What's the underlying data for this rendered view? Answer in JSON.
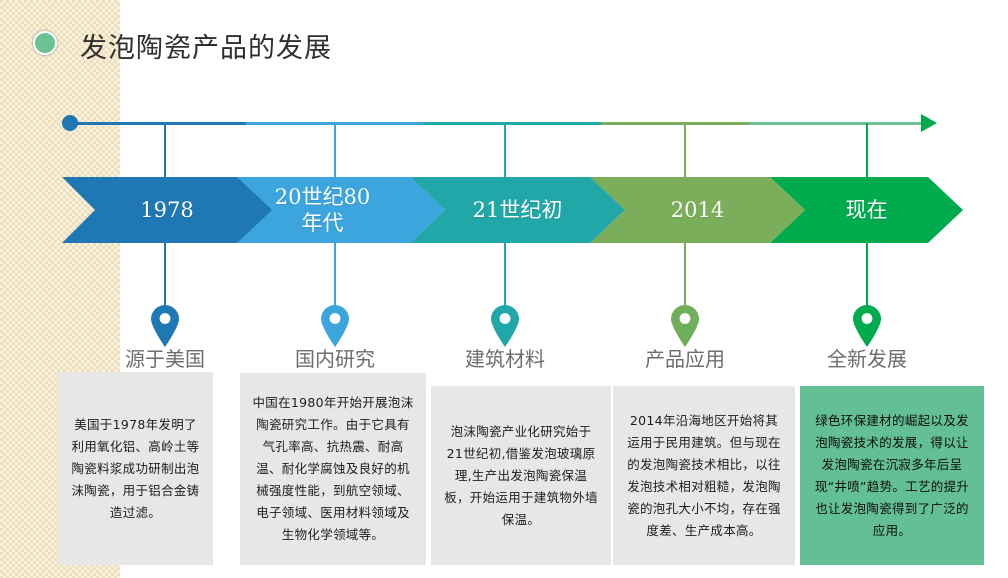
{
  "slide": {
    "title": "发泡陶瓷产品的发展",
    "bullet_color": "#6cc295",
    "side_band_color": "#efdfb8",
    "background": "#ffffff"
  },
  "axis": {
    "start_dot_color": "#1f77b4",
    "arrow_color": "#00ab4e",
    "segment_colors": [
      "#1f77b4",
      "#3ca5de",
      "#22a7a8",
      "#7bae5a",
      "#6cc295"
    ]
  },
  "timeline": {
    "stages": [
      {
        "period": "1978",
        "marker_label": "源于美国",
        "chevron_color": "#1f77b4",
        "pin_color": "#1f77b4",
        "card_color": "#e7e7e7",
        "body": "美国于1978年发明了 利用氧化铝、高岭土等陶瓷料浆成功研制出泡沫陶瓷，用于铝合金铸造过滤。"
      },
      {
        "period": "20世纪80\n年代",
        "marker_label": "国内研究",
        "chevron_color": "#3ca5de",
        "pin_color": "#3ca5de",
        "card_color": "#e7e7e7",
        "body": "中国在1980年开始开展泡沫陶瓷研究工作。由于它具有气孔率高、抗热震、耐高温、耐化学腐蚀及良好的机械强度性能，到航空领域、电子领域、医用材料领域及生物化学领域等。"
      },
      {
        "period": "21世纪初",
        "marker_label": "建筑材料",
        "chevron_color": "#22a7a8",
        "pin_color": "#22a7a8",
        "card_color": "#e7e7e7",
        "body": "泡沫陶瓷产业化研究始于21世纪初,借鉴发泡玻璃原理,生产出发泡陶瓷保温板，开始运用于建筑物外墙保温。"
      },
      {
        "period": "2014",
        "marker_label": "产品应用",
        "chevron_color": "#7bae5a",
        "pin_color": "#6fae5a",
        "card_color": "#e7e7e7",
        "body": "2014年沿海地区开始将其运用于民用建筑。但与现在的发泡陶瓷技术相比，以往发泡技术相对粗糙，发泡陶瓷的泡孔大小不均，存在强度差、生产成本高。"
      },
      {
        "period": "现在",
        "marker_label": "全新发展",
        "chevron_color": "#00ab4e",
        "pin_color": "#00ab4e",
        "card_color": "#63bf94",
        "body": "绿色环保建材的崛起以及发泡陶瓷技术的发展，得以让发泡陶瓷在沉寂多年后呈现“井喷”趋势。工艺的提升也让发泡陶瓷得到了广泛的应用。"
      }
    ]
  }
}
